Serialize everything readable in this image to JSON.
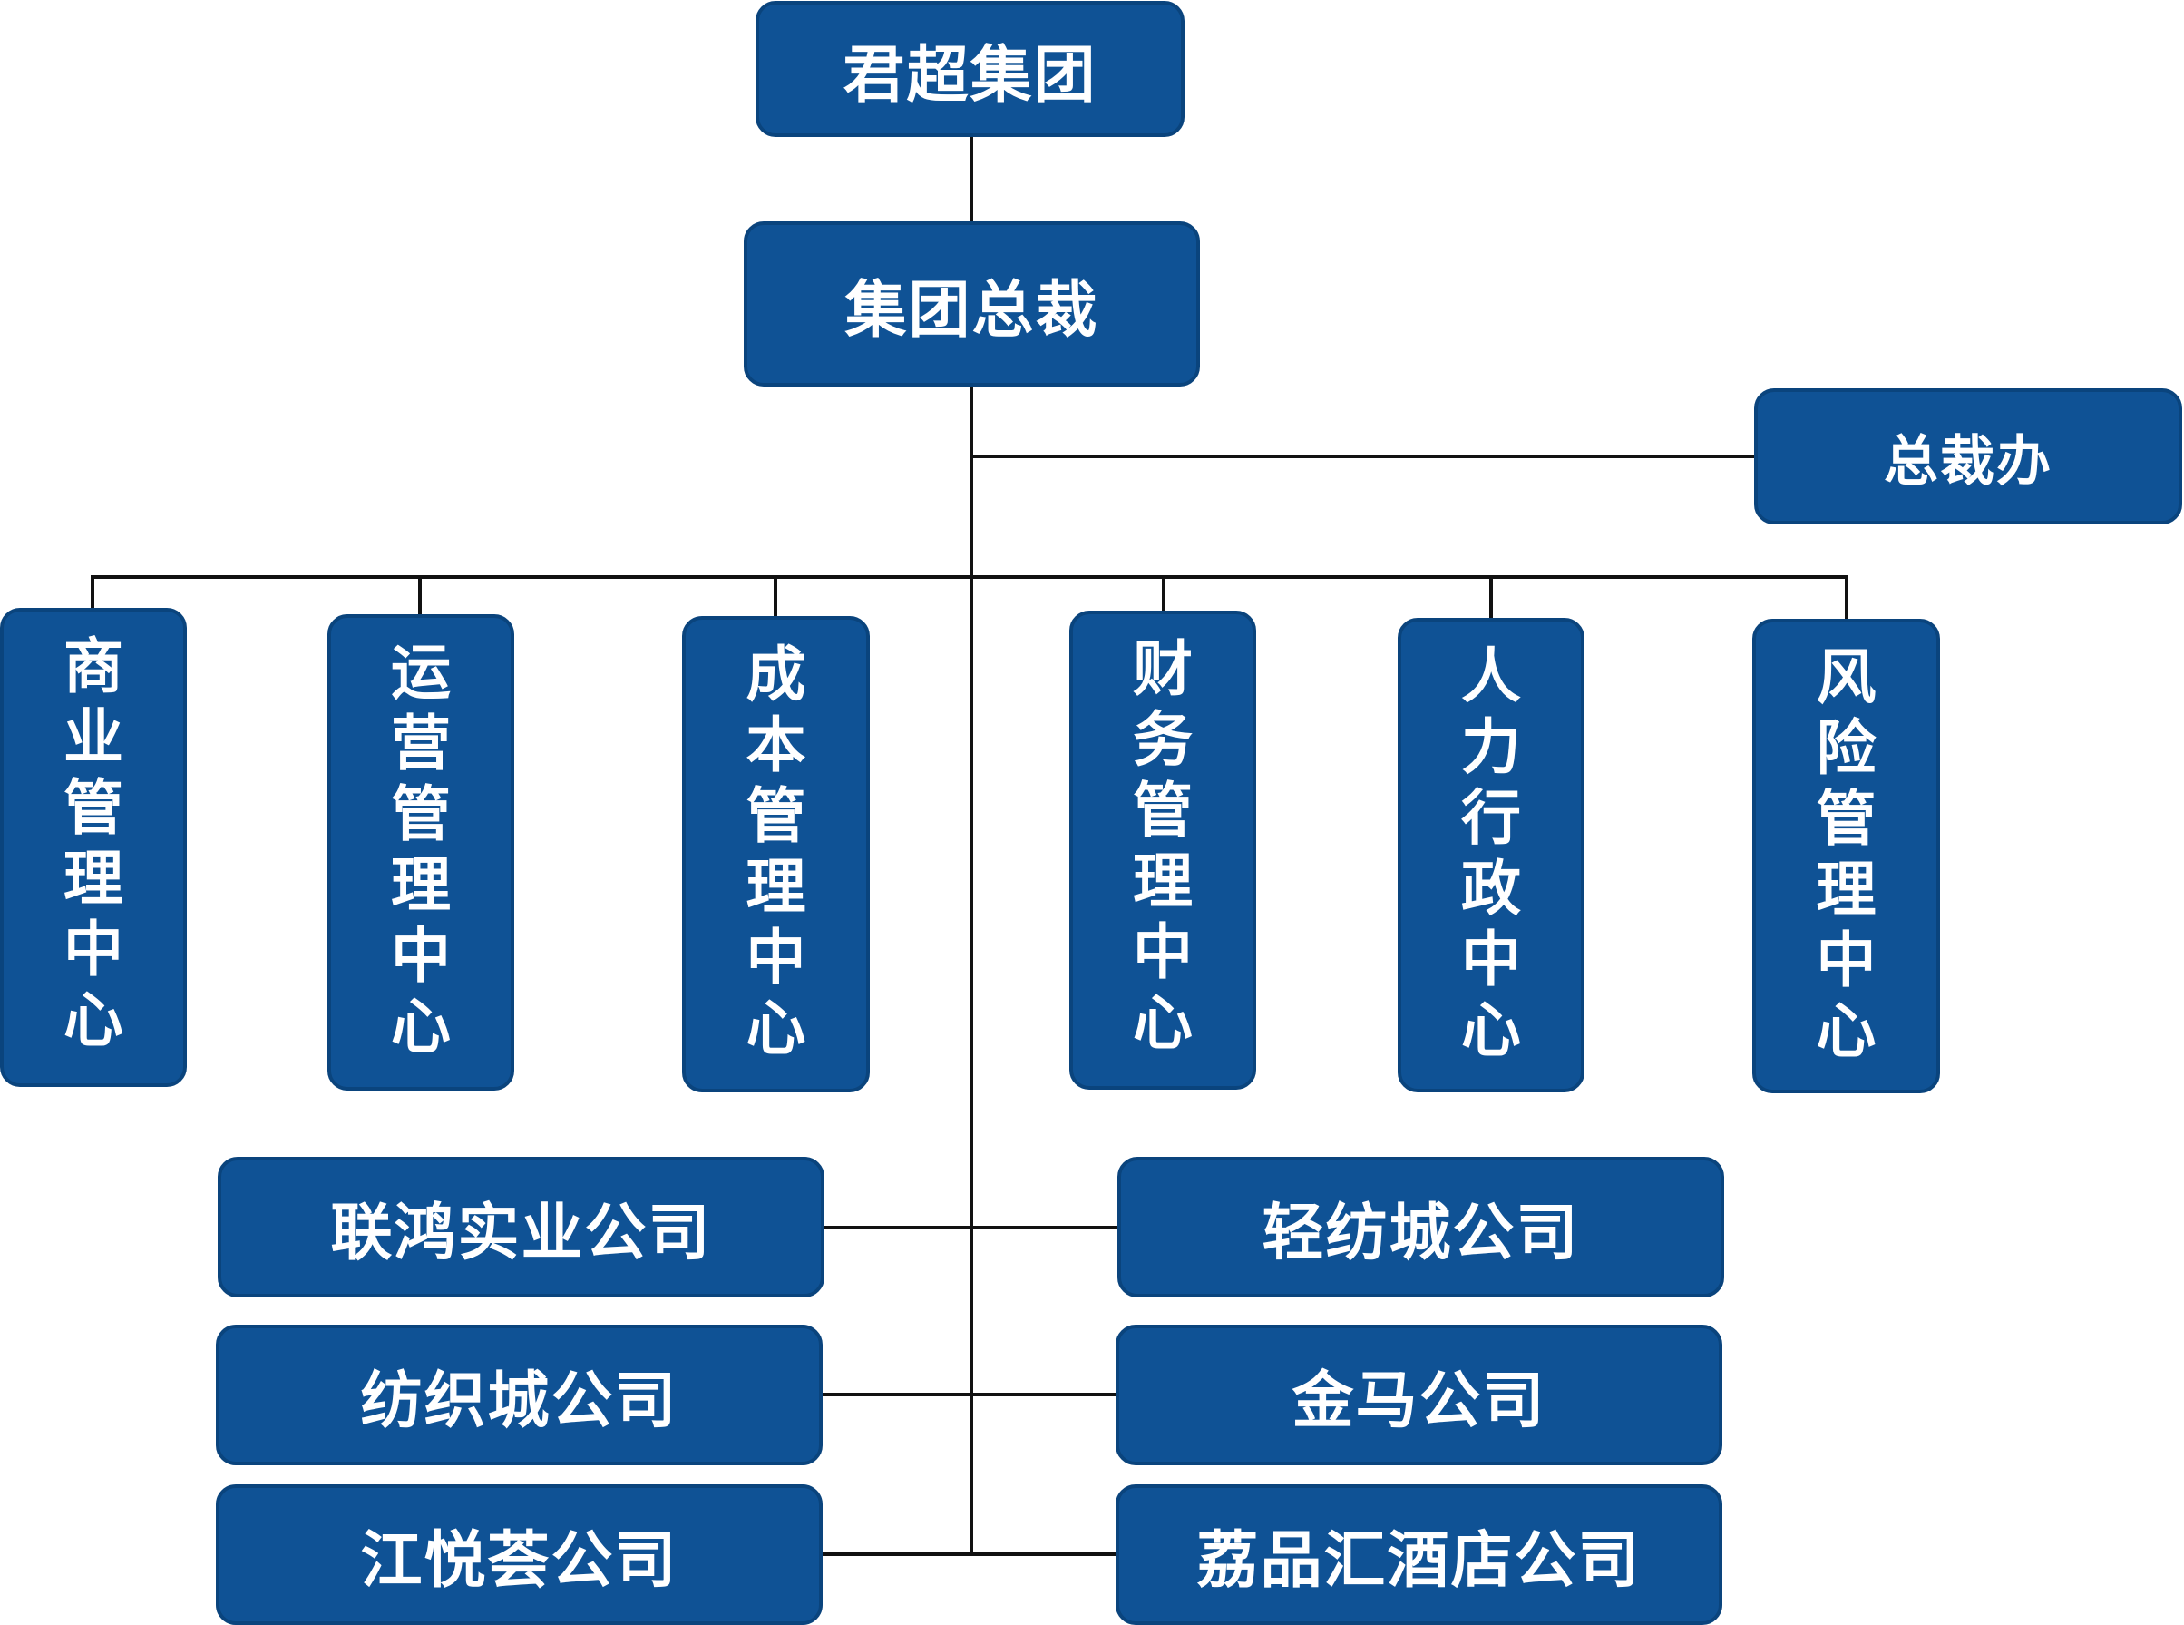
{
  "top": {
    "group": "君超集团",
    "president": "集团总裁",
    "office": "总裁办"
  },
  "centers": [
    "商业管理中心",
    "运营管理中心",
    "成本管理中心",
    "财务管理中心",
    "人力行政中心",
    "风险管理中心"
  ],
  "companies_left": [
    "联鸿实业公司",
    "纺织城公司",
    "江悦荟公司"
  ],
  "companies_right": [
    "轻纺城公司",
    "金马公司",
    "荔品汇酒店公司"
  ],
  "colors": {
    "box": "#0f5295",
    "text": "#ffffff",
    "line": "#111111"
  }
}
